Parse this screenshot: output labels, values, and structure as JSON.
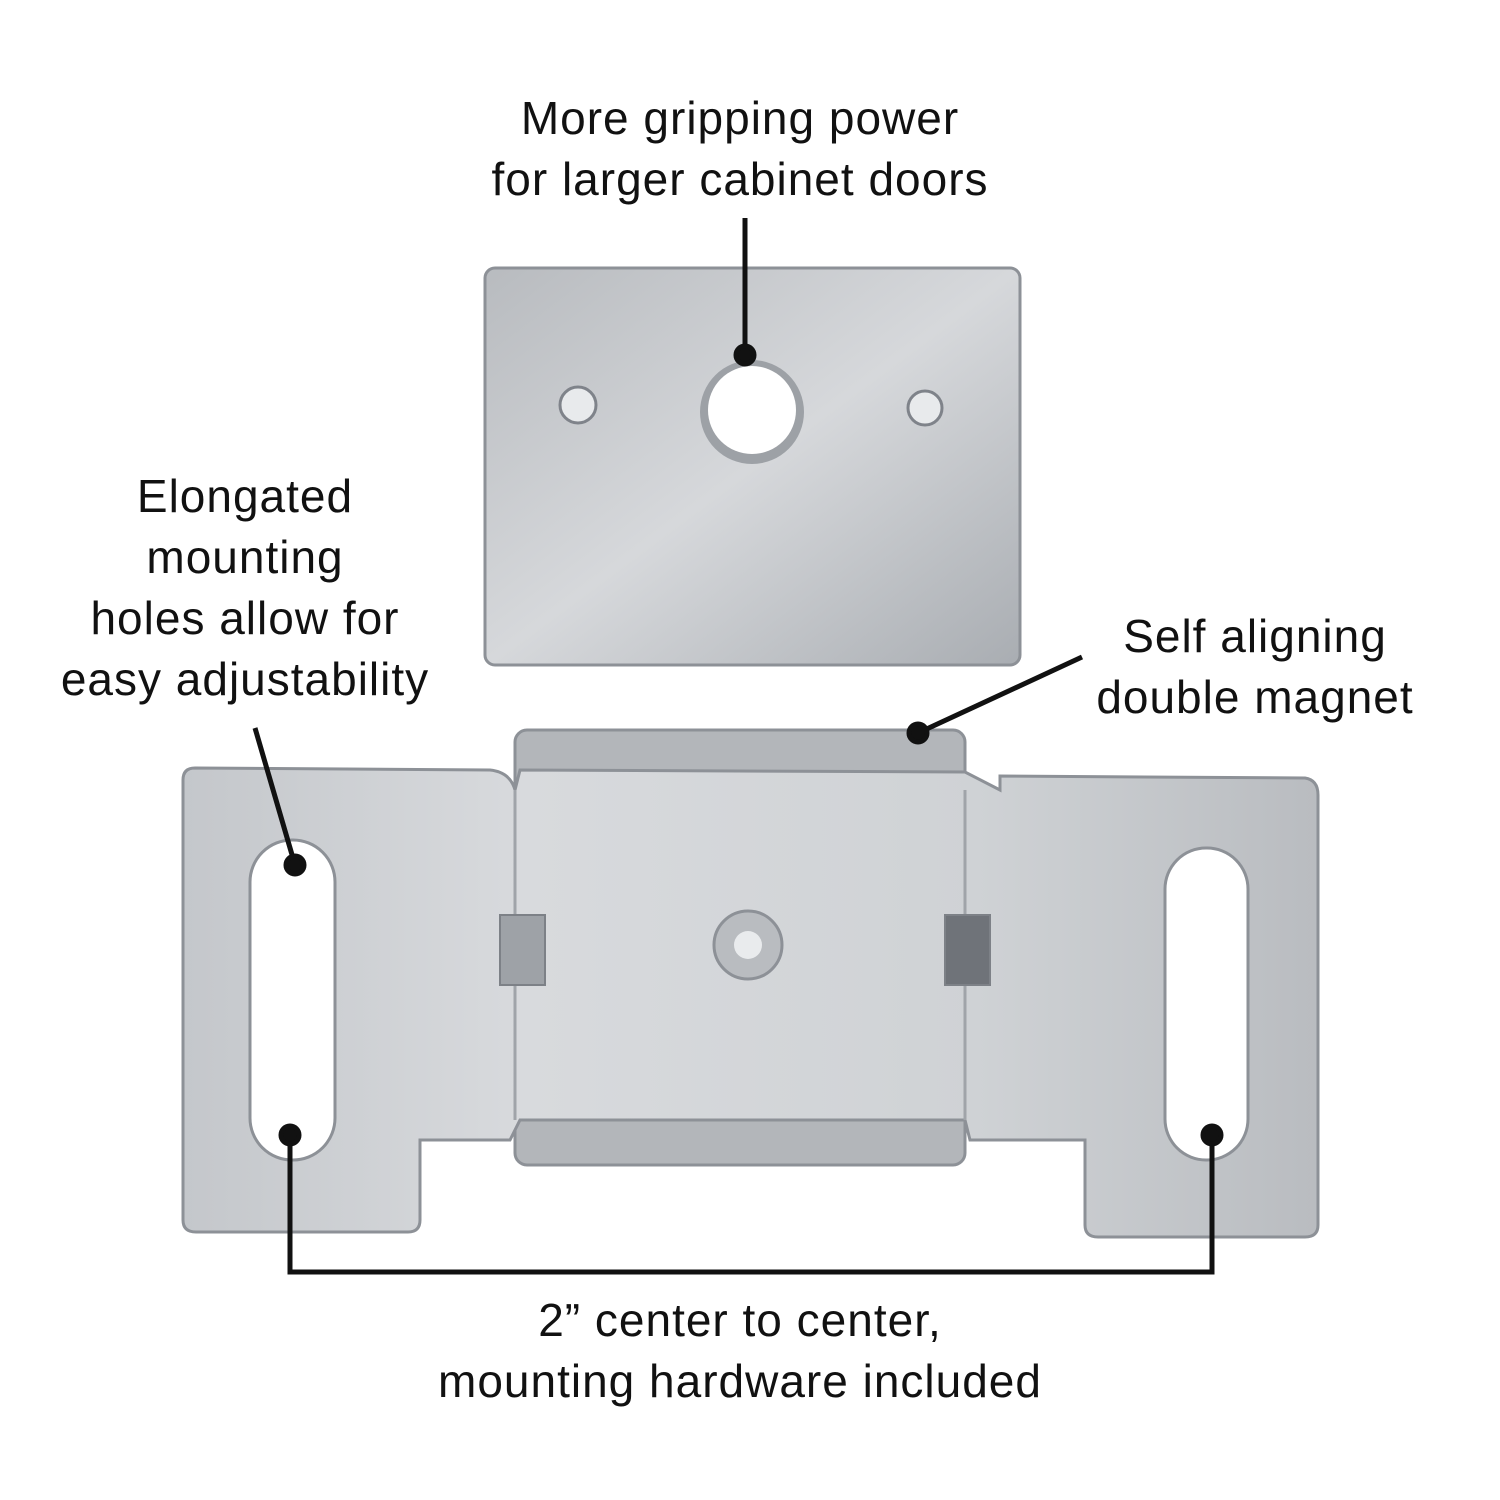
{
  "callouts": {
    "top": {
      "line1": "More gripping power",
      "line2": "for larger cabinet doors"
    },
    "left": {
      "line1": "Elongated",
      "line2": "mounting",
      "line3": "holes allow for",
      "line4": "easy adjustability"
    },
    "right": {
      "line1": "Self aligning",
      "line2": "double magnet"
    },
    "bottom": {
      "line1": "2” center to center,",
      "line2": "mounting hardware included"
    }
  },
  "colors": {
    "metal": "#c9ccd0",
    "metal_dark": "#9a9ea4",
    "leader": "#111111"
  }
}
